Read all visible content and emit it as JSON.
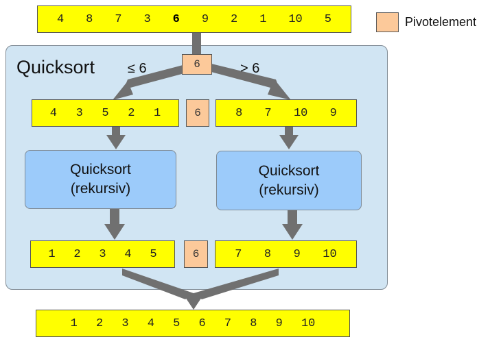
{
  "legend": {
    "label": "Pivotelement",
    "color": "#fcc99a"
  },
  "panel_title": "Quicksort",
  "pivot": "6",
  "input": {
    "values": [
      "4",
      "8",
      "7",
      "3",
      "6",
      "9",
      "2",
      "1",
      "10",
      "5"
    ],
    "pivot_index": 4
  },
  "condition_left": "≤ 6",
  "condition_right": "> 6",
  "partition_left": [
    "4",
    "3",
    "5",
    "2",
    "1"
  ],
  "partition_right": [
    "8",
    "7",
    "10",
    "9"
  ],
  "recursive_left": {
    "line1": "Quicksort",
    "line2": "(rekursiv)"
  },
  "recursive_right": {
    "line1": "Quicksort",
    "line2": "(rekursiv)"
  },
  "sorted_left": [
    "1",
    "2",
    "3",
    "4",
    "5"
  ],
  "sorted_right": [
    "7",
    "8",
    "9",
    "10"
  ],
  "output": [
    "1",
    "2",
    "3",
    "4",
    "5",
    "6",
    "7",
    "8",
    "9",
    "10"
  ],
  "colors": {
    "array": "#ffff00",
    "panel": "#d1e5f3",
    "recursive_box": "#9ccbfa",
    "arrow": "#707070"
  }
}
